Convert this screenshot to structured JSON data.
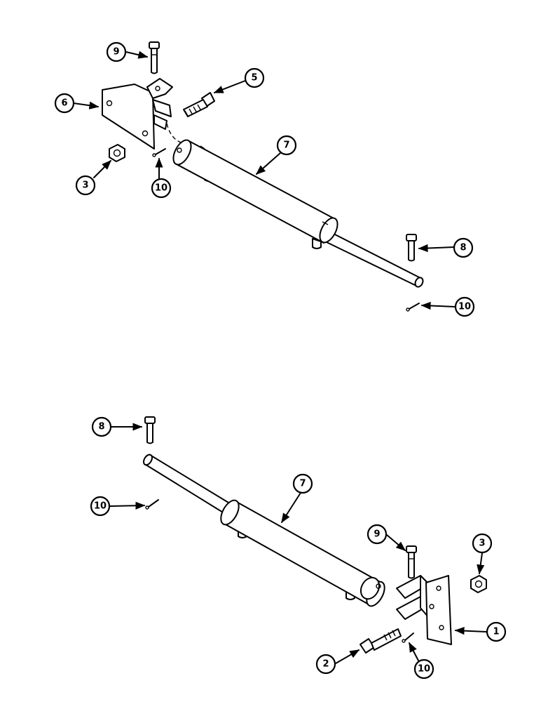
{
  "callouts": {
    "top_9": "9",
    "top_5": "5",
    "top_6": "6",
    "top_7": "7",
    "top_3": "3",
    "top_10a": "10",
    "top_8": "8",
    "top_10b": "10",
    "bot_8": "8",
    "bot_7": "7",
    "bot_10a": "10",
    "bot_9": "9",
    "bot_3": "3",
    "bot_1": "1",
    "bot_2": "2",
    "bot_10b": "10"
  }
}
